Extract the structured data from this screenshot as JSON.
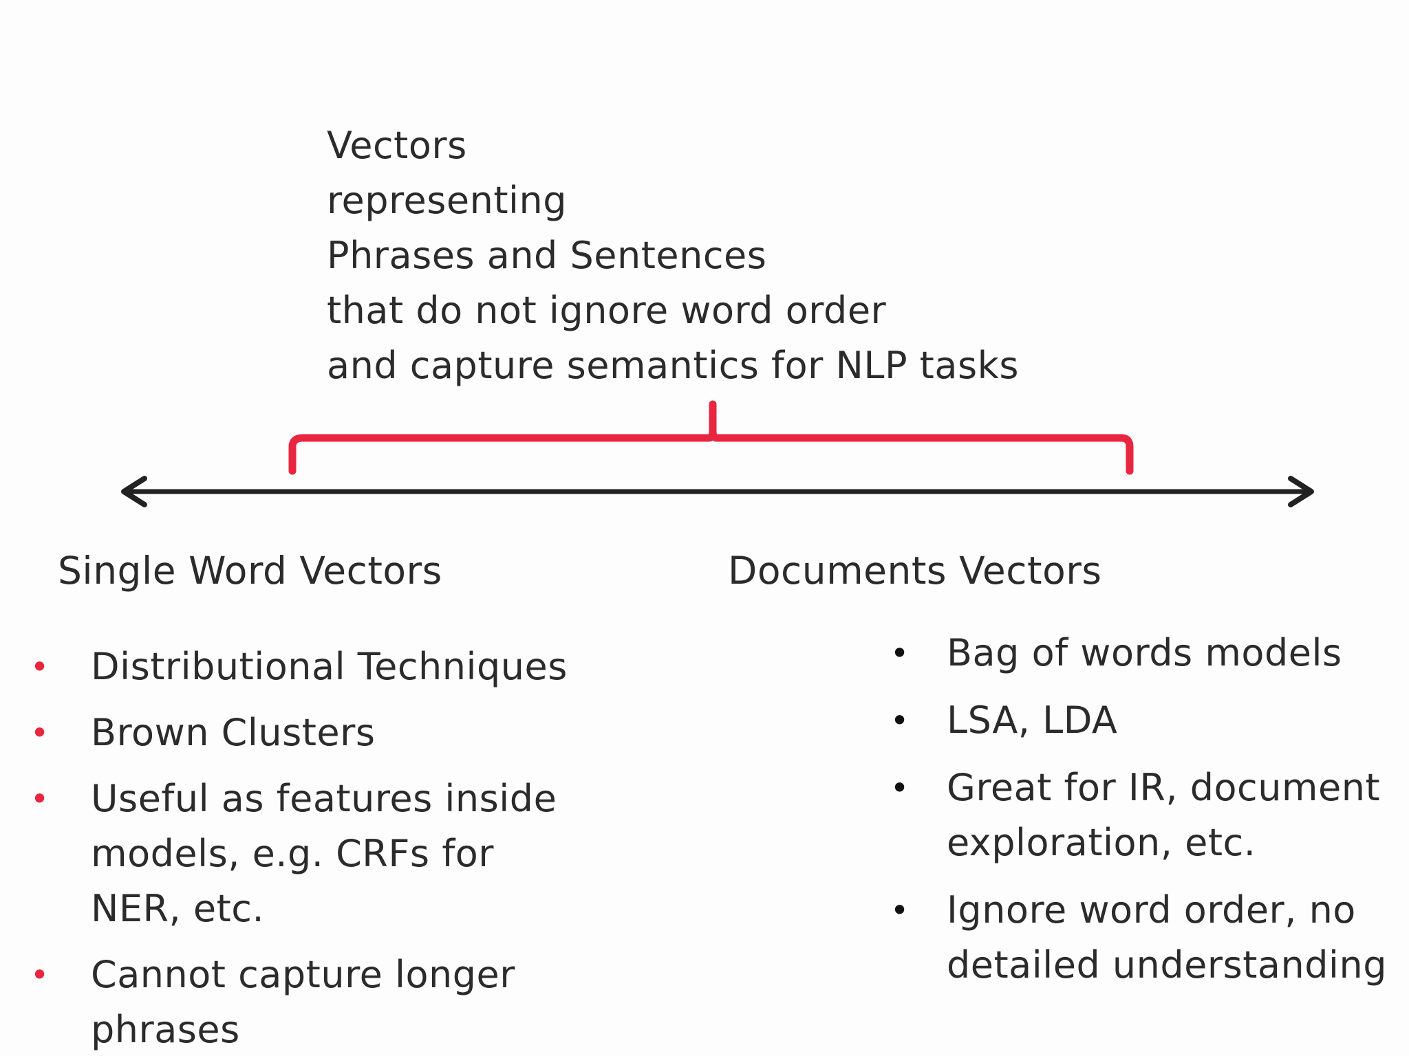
{
  "caption": {
    "lines": [
      "Vectors",
      "representing",
      "Phrases and Sentences",
      "that do not ignore word order",
      "and capture semantics for NLP tasks"
    ]
  },
  "axis": {
    "axis_color": "#222222",
    "brace_color": "#e8263f"
  },
  "left": {
    "heading": "Single Word Vectors",
    "bullet_glyph": "•",
    "bullet_color": "#e8263f",
    "items": [
      "Distributional Techniques",
      "Brown Clusters",
      "Useful as features inside models, e.g. CRFs for NER, etc.",
      "Cannot capture longer phrases"
    ]
  },
  "right": {
    "heading": "Documents Vectors",
    "bullet_glyph": "•",
    "bullet_color": "#111111",
    "items": [
      "Bag of words models",
      "LSA, LDA",
      "Great for IR, document exploration, etc.",
      "Ignore word order, no detailed understanding"
    ]
  }
}
